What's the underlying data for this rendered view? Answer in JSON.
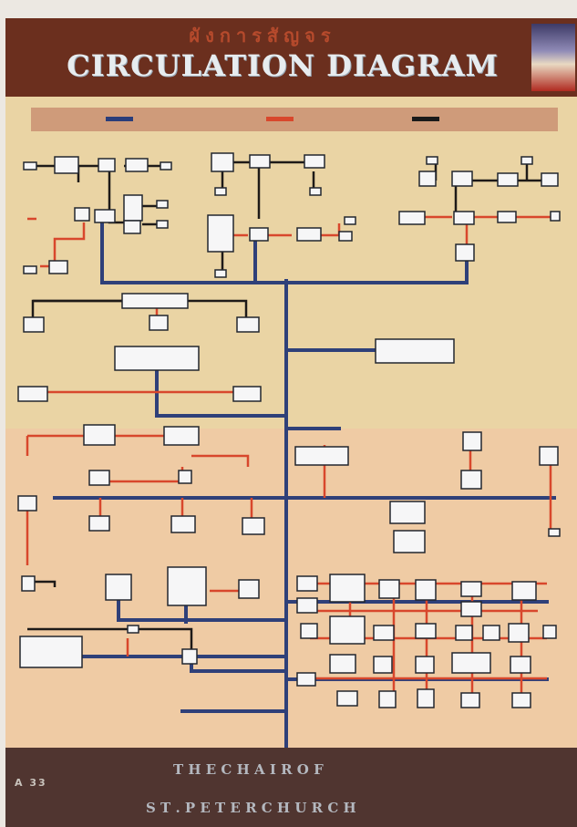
{
  "header": {
    "thai_title": "ผังการสัญจร",
    "title": "CIRCULATION DIAGRAM"
  },
  "legend": {
    "items": [
      {
        "label": "",
        "color": "#2a3d7a"
      },
      {
        "label": "",
        "color": "#d8472c"
      },
      {
        "label": "",
        "color": "#1a1a1a"
      }
    ]
  },
  "colors": {
    "main_route": "#2f4079",
    "secondary_route": "#d8472c",
    "private_route": "#1e1a18",
    "board_upper": "#ead4a4",
    "board_lower": "#efcba4",
    "header_bg": "#6b2f1e",
    "footer_bg": "#503530"
  },
  "diagram": {
    "area_labels": [
      "",
      "",
      "",
      "",
      "",
      "",
      "",
      "",
      "",
      "",
      "",
      "",
      ""
    ],
    "room_box_count": 95
  },
  "footer": {
    "code": "A 33",
    "line1": "T H E   C H A I R   O F",
    "line2": "S T .   P E T E R   C H U R C H"
  }
}
